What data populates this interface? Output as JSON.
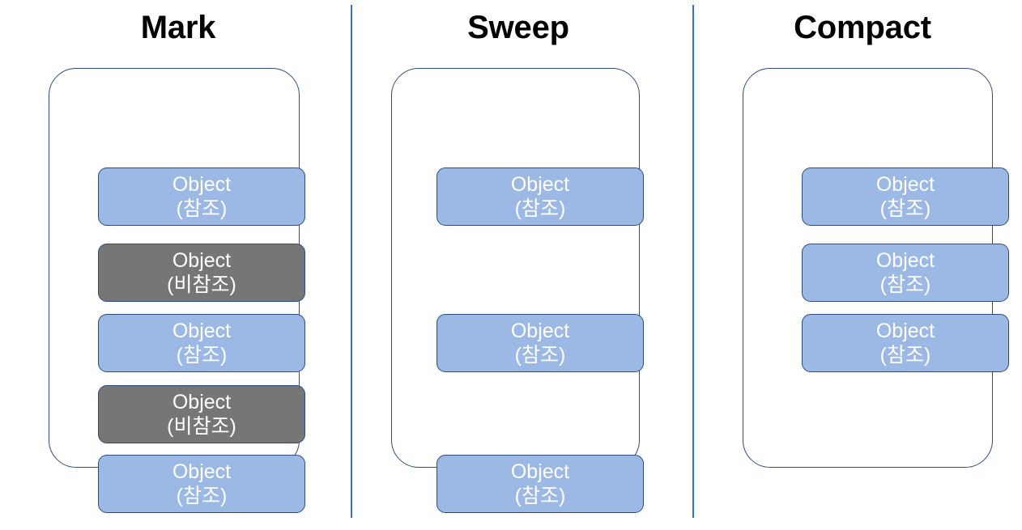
{
  "diagram": {
    "title": "Mark Sweep Compact GC phases",
    "colors": {
      "reachable_fill": "#9CB8E4",
      "unreachable_fill": "#767676",
      "outline": "#2F4C7E",
      "divider": "#3B71B8",
      "object_text": "#FFFFFF",
      "title_text": "#000000",
      "background": "#FFFFFF"
    },
    "object_labels": {
      "name": "Object",
      "reachable": "(참조)",
      "unreachable": "(비참조)"
    },
    "columns": [
      {
        "id": "mark",
        "title": "Mark",
        "objects": [
          {
            "line1": "Object",
            "line2": "(참조)",
            "state": "reachable"
          },
          {
            "line1": "Object",
            "line2": "(비참조)",
            "state": "unreachable"
          },
          {
            "line1": "Object",
            "line2": "(참조)",
            "state": "reachable"
          },
          {
            "line1": "Object",
            "line2": "(비참조)",
            "state": "unreachable"
          },
          {
            "line1": "Object",
            "line2": "(참조)",
            "state": "reachable"
          }
        ]
      },
      {
        "id": "sweep",
        "title": "Sweep",
        "objects": [
          {
            "line1": "Object",
            "line2": "(참조)",
            "state": "reachable"
          },
          {
            "line1": "Object",
            "line2": "(참조)",
            "state": "reachable"
          },
          {
            "line1": "Object",
            "line2": "(참조)",
            "state": "reachable"
          }
        ]
      },
      {
        "id": "compact",
        "title": "Compact",
        "objects": [
          {
            "line1": "Object",
            "line2": "(참조)",
            "state": "reachable"
          },
          {
            "line1": "Object",
            "line2": "(참조)",
            "state": "reachable"
          },
          {
            "line1": "Object",
            "line2": "(참조)",
            "state": "reachable"
          }
        ]
      }
    ]
  }
}
